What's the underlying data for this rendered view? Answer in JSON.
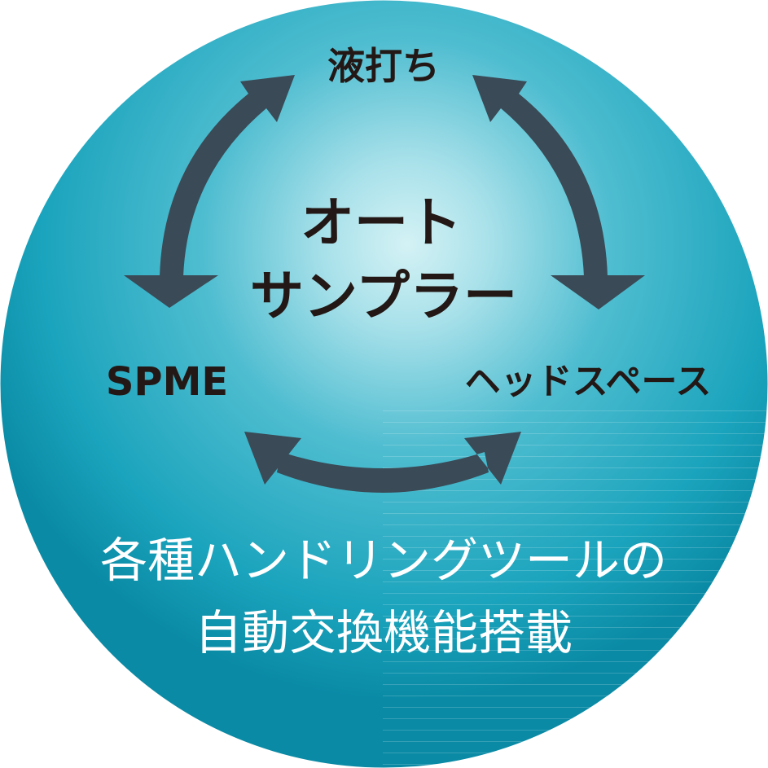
{
  "diagram": {
    "nodes": {
      "top": "液打ち",
      "left": "SPME",
      "right": "ヘッドスペース"
    },
    "center": {
      "line1": "オート",
      "line2": "サンプラー"
    },
    "caption": {
      "line1": "各種ハンドリングツールの",
      "line2": "自動交換機能搭載"
    },
    "colors": {
      "circle_center": "#c9eef2",
      "circle_mid": "#3fb4c8",
      "circle_edge": "#0b8ea8",
      "arrow": "#3a4a56",
      "text_dark": "#231815",
      "text_light": "#ffffff"
    }
  }
}
